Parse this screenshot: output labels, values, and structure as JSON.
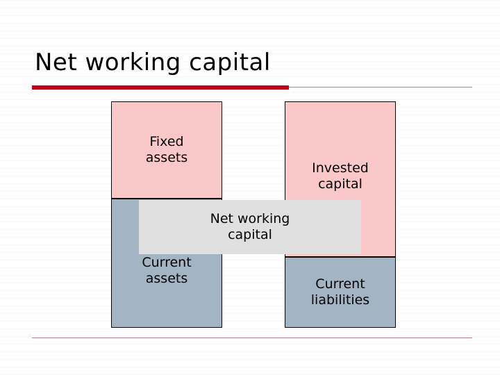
{
  "slide": {
    "title": "Net working capital",
    "accent_color": "#c00014",
    "rule_color": "#b08090"
  },
  "diagram": {
    "type": "block-diagram",
    "boxes": [
      {
        "id": "fixed-assets",
        "label": "Fixed\nassets",
        "color": "#fac8c8"
      },
      {
        "id": "current-assets",
        "label": "Current\nassets",
        "color": "#a3b4c4"
      },
      {
        "id": "invested-capital",
        "label": "Invested\ncapital",
        "color": "#fac8c8"
      },
      {
        "id": "current-liabilities",
        "label": "Current\nliabilities",
        "color": "#a3b4c4"
      },
      {
        "id": "net-working-capital",
        "label": "Net working\ncapital",
        "color": "#e0e0e0"
      }
    ]
  }
}
